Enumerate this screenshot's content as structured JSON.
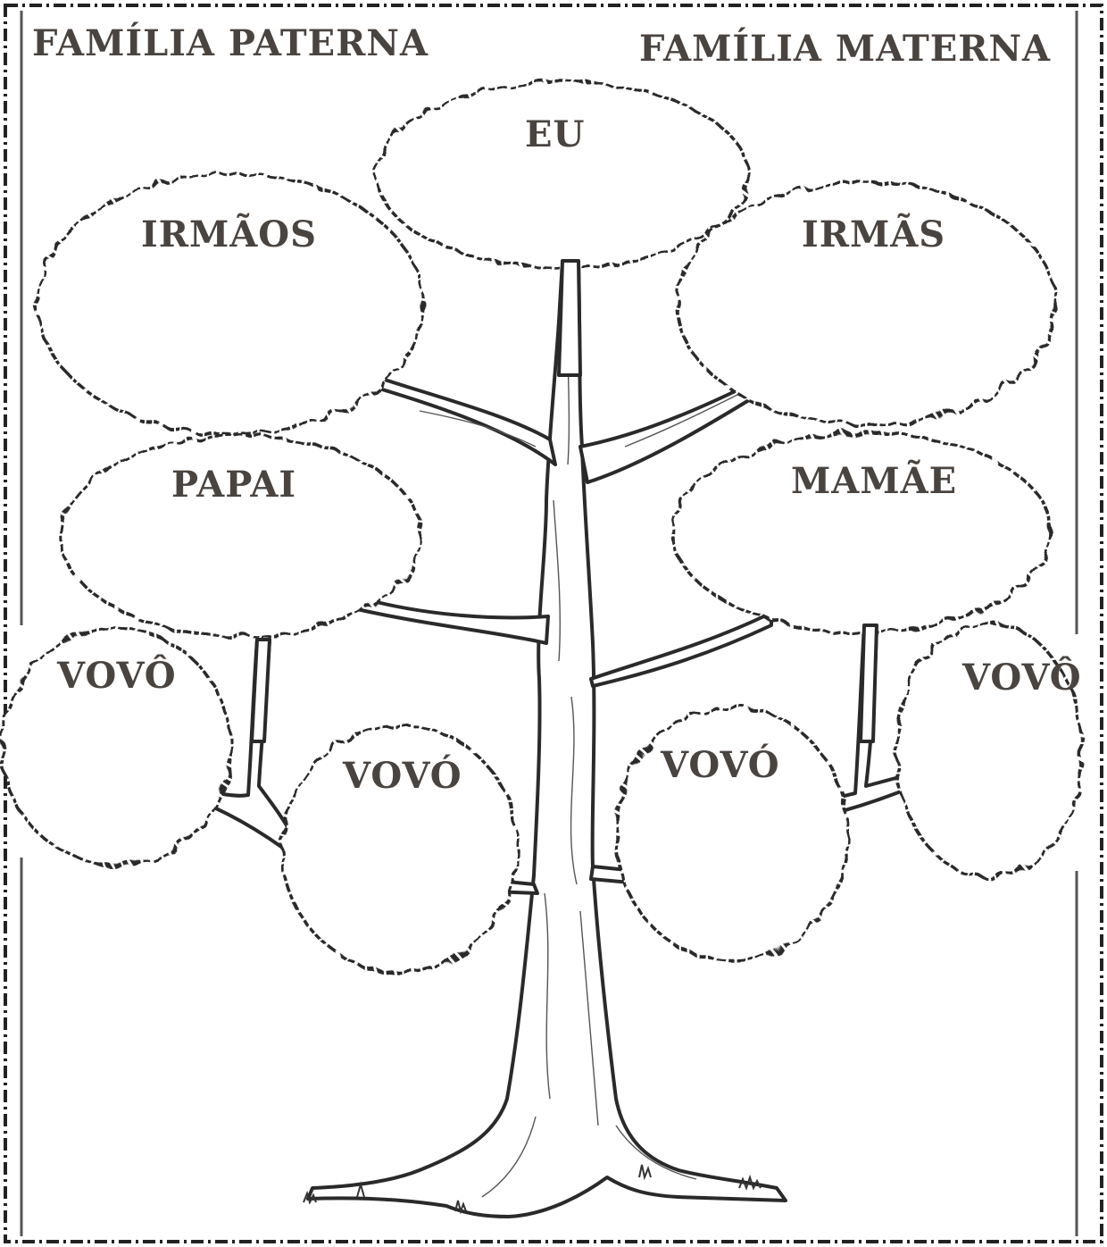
{
  "headers": {
    "paternal": "FAMÍLIA PATERNA",
    "maternal": "FAMÍLIA MATERNA"
  },
  "crowns": {
    "eu": "EU",
    "irmaos": "IRMÃOS",
    "irmas": "IRMÃS",
    "papai": "PAPAI",
    "mamae": "MAMÃE",
    "vovo_paternal": "VOVÔ",
    "vovo_paternal_f": "VOVÓ",
    "vovo_maternal_f": "VOVÓ",
    "vovo_maternal": "VOVÔ"
  },
  "colors": {
    "ink": "#4a4440",
    "outline": "#2a2a2a",
    "paper": "#ffffff"
  }
}
